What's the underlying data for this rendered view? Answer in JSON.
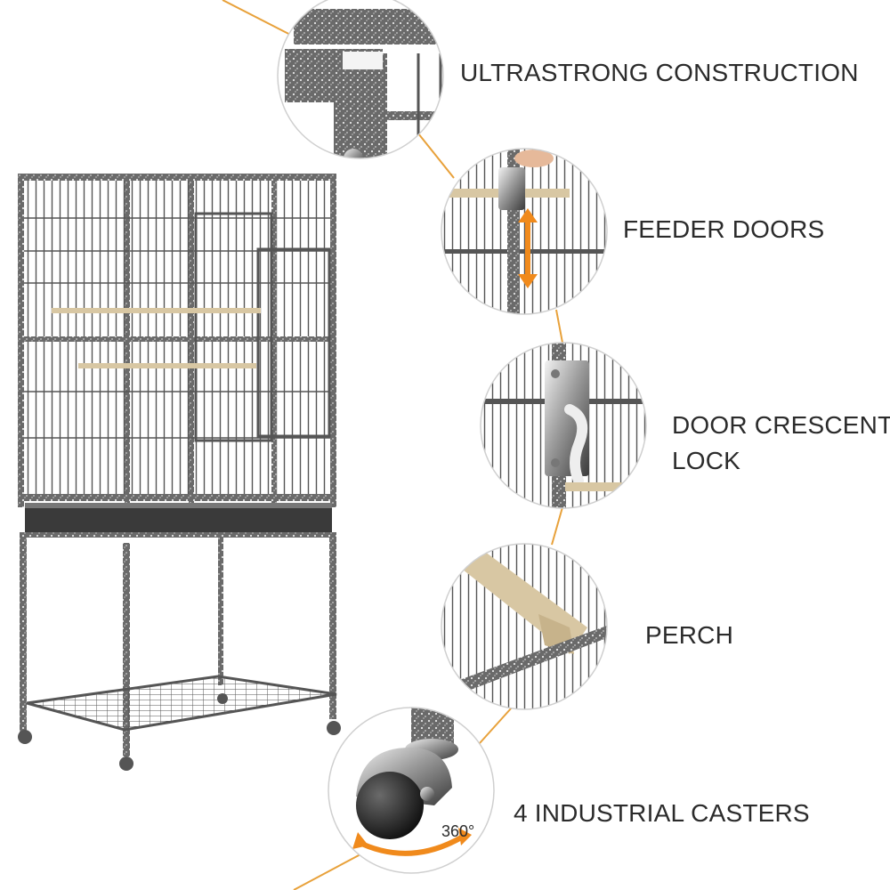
{
  "features": [
    {
      "id": "construction",
      "label": "ULTRASTRONG CONSTRUCTION",
      "icon": "frame-corner-closeup"
    },
    {
      "id": "feeder",
      "label": "FEEDER DOORS",
      "icon": "feeder-door-closeup"
    },
    {
      "id": "lock",
      "label_line1": "DOOR CRESCENT",
      "label_line2": "LOCK",
      "icon": "crescent-lock-closeup"
    },
    {
      "id": "perch",
      "label": "PERCH",
      "icon": "wooden-perch-closeup"
    },
    {
      "id": "casters",
      "label": "4 INDUSTRIAL CASTERS",
      "icon": "caster-wheel-closeup",
      "rotation_label": "360°"
    }
  ],
  "colors": {
    "accent_line": "#e8a13a",
    "rotation_arrow": "#f08a1c",
    "frame": "#4a4a4a",
    "wire": "#5e5e5e",
    "perch_wood": "#d8c7a3",
    "label_text": "#2b2b2b",
    "circle_border": "#cfcfcf"
  }
}
